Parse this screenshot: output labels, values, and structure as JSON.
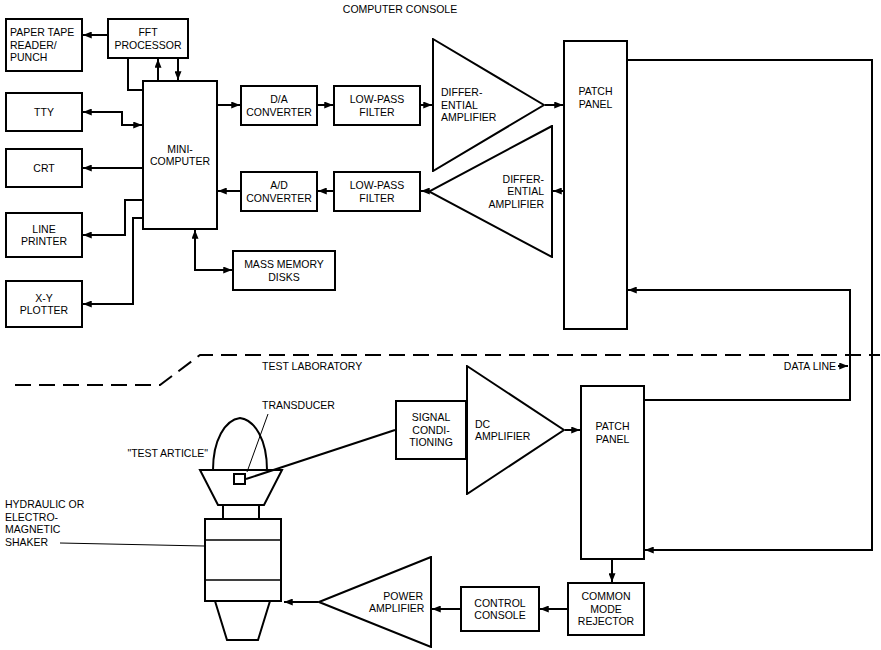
{
  "diagram": {
    "nodes": [
      {
        "text": [
          "PAPER TAPE READER/ PUNCH"
        ]
      },
      {
        "text": [
          "FFT PROCESSOR"
        ]
      },
      {
        "text": [
          "TTY"
        ]
      },
      {
        "text": [
          "MINI- COMPUTER"
        ]
      },
      {
        "text": [
          "D/A CONVERTER"
        ]
      },
      {
        "text": [
          "LOW-PASS FILTER"
        ]
      },
      {
        "text": [
          "DIFFER- ENTIAL AMPLIFIER"
        ]
      },
      {
        "text": [
          "PATCH PANEL"
        ]
      },
      {
        "text": [
          "CRT"
        ]
      },
      {
        "text": [
          "A/D CONVERTER"
        ]
      },
      {
        "text": [
          "LOW-PASS FILTER"
        ]
      },
      {
        "text": [
          "DIFFER- ENTIAL AMPLIFIER"
        ]
      },
      {
        "text": [
          "LINE PRINTER"
        ]
      },
      {
        "text": [
          "MASS MEMORY DISKS"
        ]
      },
      {
        "text": [
          "X-Y PLOTTER"
        ]
      },
      {
        "text": [
          "SIGNAL CONDI- TIONING"
        ]
      },
      {
        "text": [
          "DC AMPLIFIER"
        ]
      },
      {
        "text": [
          "PATCH PANEL"
        ]
      },
      {
        "text": [
          "COMMON MODE REJECTOR"
        ]
      },
      {
        "text": [
          "CONTROL CONSOLE"
        ]
      },
      {
        "text": [
          "POWER AMPLIFIER"
        ]
      }
    ],
    "edges": [
      {
        "from": 3,
        "to": 0,
        "arrow": "to"
      },
      {
        "from": 3,
        "to": 1,
        "arrow": "to"
      },
      {
        "from": 1,
        "to": 3,
        "arrow": "to"
      },
      {
        "from": 2,
        "to": 3,
        "arrow": "both"
      },
      {
        "from": 3,
        "to": 8,
        "arrow": "to"
      },
      {
        "from": 3,
        "to": 12,
        "arrow": "to"
      },
      {
        "from": 3,
        "to": 14,
        "arrow": "to"
      },
      {
        "from": 3,
        "to": 13,
        "arrow": "both"
      },
      {
        "from": 3,
        "to": 4,
        "arrow": "to"
      },
      {
        "from": 4,
        "to": 5,
        "arrow": "to"
      },
      {
        "from": 5,
        "to": 6,
        "arrow": "to"
      },
      {
        "from": 6,
        "to": 7,
        "arrow": "to"
      },
      {
        "from": 7,
        "to": 11,
        "arrow": "to"
      },
      {
        "from": 11,
        "to": 10,
        "arrow": "to"
      },
      {
        "from": 10,
        "to": 9,
        "arrow": "to"
      },
      {
        "from": 9,
        "to": 3,
        "arrow": "to"
      },
      {
        "from": 15,
        "to": 16,
        "arrow": "none"
      },
      {
        "from": 16,
        "to": 17,
        "arrow": "to"
      },
      {
        "from": 17,
        "to": 7,
        "arrow": "to"
      },
      {
        "from": 7,
        "to": 17,
        "arrow": "to"
      },
      {
        "from": 17,
        "to": 18,
        "arrow": "to"
      },
      {
        "from": 18,
        "to": 19,
        "arrow": "to"
      },
      {
        "from": 19,
        "to": 20,
        "arrow": "to"
      }
    ],
    "labels": [
      "COMPUTER CONSOLE",
      "TEST LABORATORY",
      "DATA LINE",
      "TRANSDUCER",
      "\"TEST ARTICLE\"",
      "HYDRAULIC OR ELECTRO- MAGNETIC SHAKER"
    ]
  }
}
